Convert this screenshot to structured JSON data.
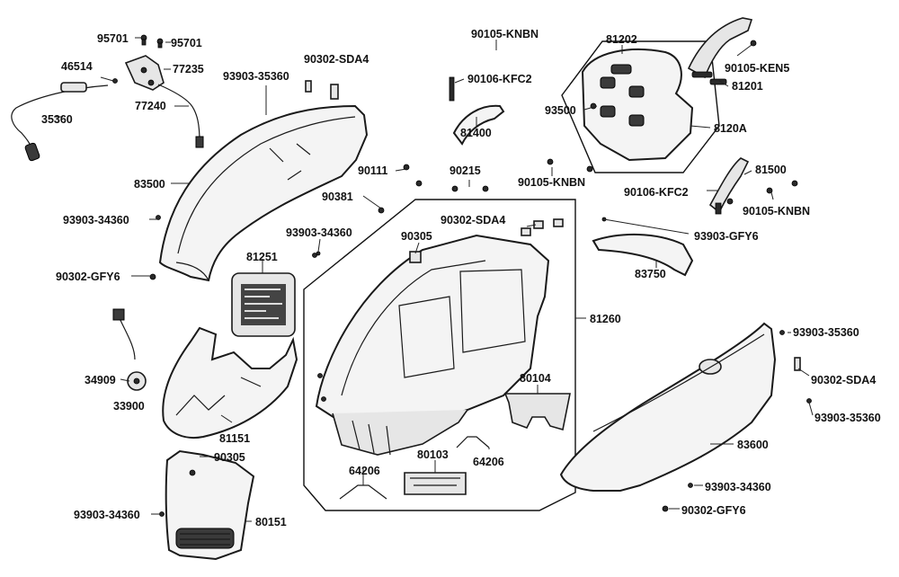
{
  "labels": {
    "p95701a": "95701",
    "p95701b": "95701",
    "p46514": "46514",
    "p77235": "77235",
    "p35360": "35360",
    "p77240": "77240",
    "p93903_35360a": "93903-35360",
    "p90302_SDA4a": "90302-SDA4",
    "p83500": "83500",
    "p93903_34360a": "93903-34360",
    "p90302_GFY6a": "90302-GFY6",
    "p90105_KNBNa": "90105-KNBN",
    "p90106_KFC2a": "90106-KFC2",
    "p81400": "81400",
    "p81202": "81202",
    "p93500": "93500",
    "p90105_KEN5": "90105-KEN5",
    "p81201": "81201",
    "p8120A": "8120A",
    "p90111": "90111",
    "p90215": "90215",
    "p90105_KNBNb": "90105-KNBN",
    "p90106_KFC2b": "90106-KFC2",
    "p81500": "81500",
    "p90105_KNBNc": "90105-KNBN",
    "p90381": "90381",
    "p90302_SDA4b": "90302-SDA4",
    "p93903_34360b": "93903-34360",
    "p90305a": "90305",
    "p81251": "81251",
    "p93903_GFY6": "93903-GFY6",
    "p83750": "83750",
    "p81260": "81260",
    "p34909": "34909",
    "p33900": "33900",
    "p80104": "80104",
    "p93903_35360b": "93903-35360",
    "p90302_SDA4c": "90302-SDA4",
    "p93903_35360c": "93903-35360",
    "p81151": "81151",
    "p90305b": "90305",
    "p80103": "80103",
    "p64206a": "64206",
    "p64206b": "64206",
    "p83600": "83600",
    "p93903_34360c": "93903-34360",
    "p80151": "80151",
    "p90302_GFY6b": "90302-GFY6",
    "p93903_34360d": "93903-34360"
  }
}
